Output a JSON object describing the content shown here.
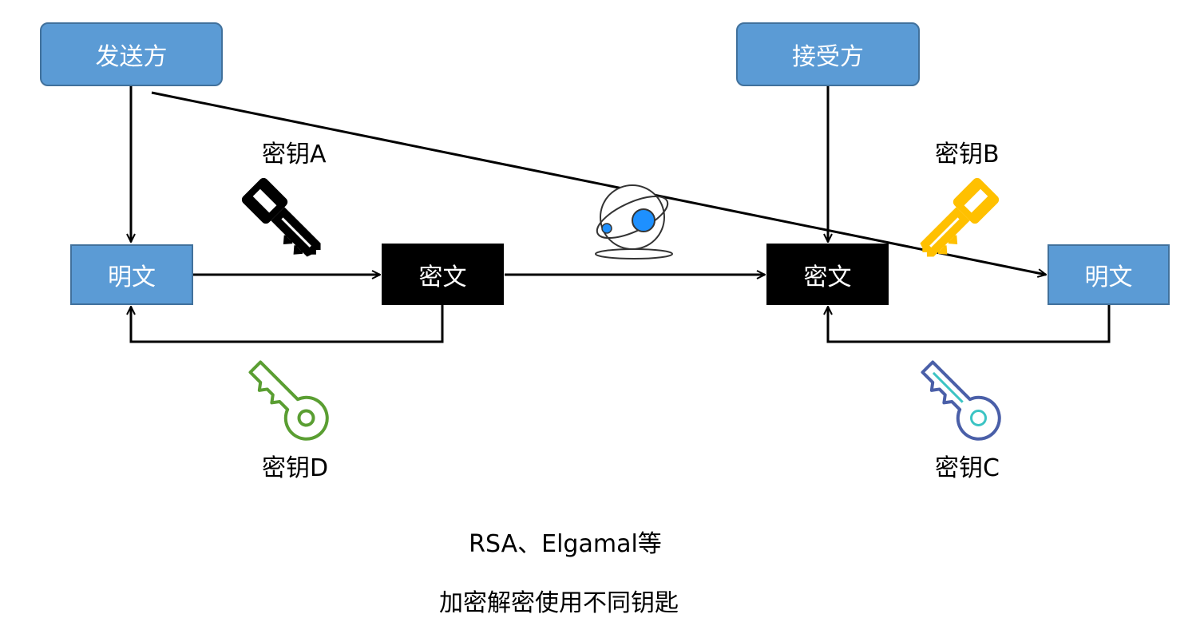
{
  "parties": {
    "sender": "发送方",
    "receiver": "接受方"
  },
  "nodes": {
    "plaintext_left": "明文",
    "ciphertext_left": "密文",
    "ciphertext_right": "密文",
    "plaintext_right": "明文"
  },
  "keys": {
    "key_a": "密钥A",
    "key_b": "密钥B",
    "key_c": "密钥C",
    "key_d": "密钥D"
  },
  "captions": {
    "algorithms": "RSA、Elgamal等",
    "description": "加密解密使用不同钥匙"
  },
  "icons": {
    "key_a": "key-icon",
    "key_b": "key-icon",
    "key_c": "key-icon",
    "key_d": "key-icon",
    "network": "globe-orbit-icon"
  },
  "colors": {
    "box_blue": "#5b9bd5",
    "cipher_black": "#000000",
    "key_a": "#000000",
    "key_b": "#ffc000",
    "key_c": "#4a5fa8",
    "key_d": "#5a9e32",
    "network_dot": "#1e90ff"
  }
}
